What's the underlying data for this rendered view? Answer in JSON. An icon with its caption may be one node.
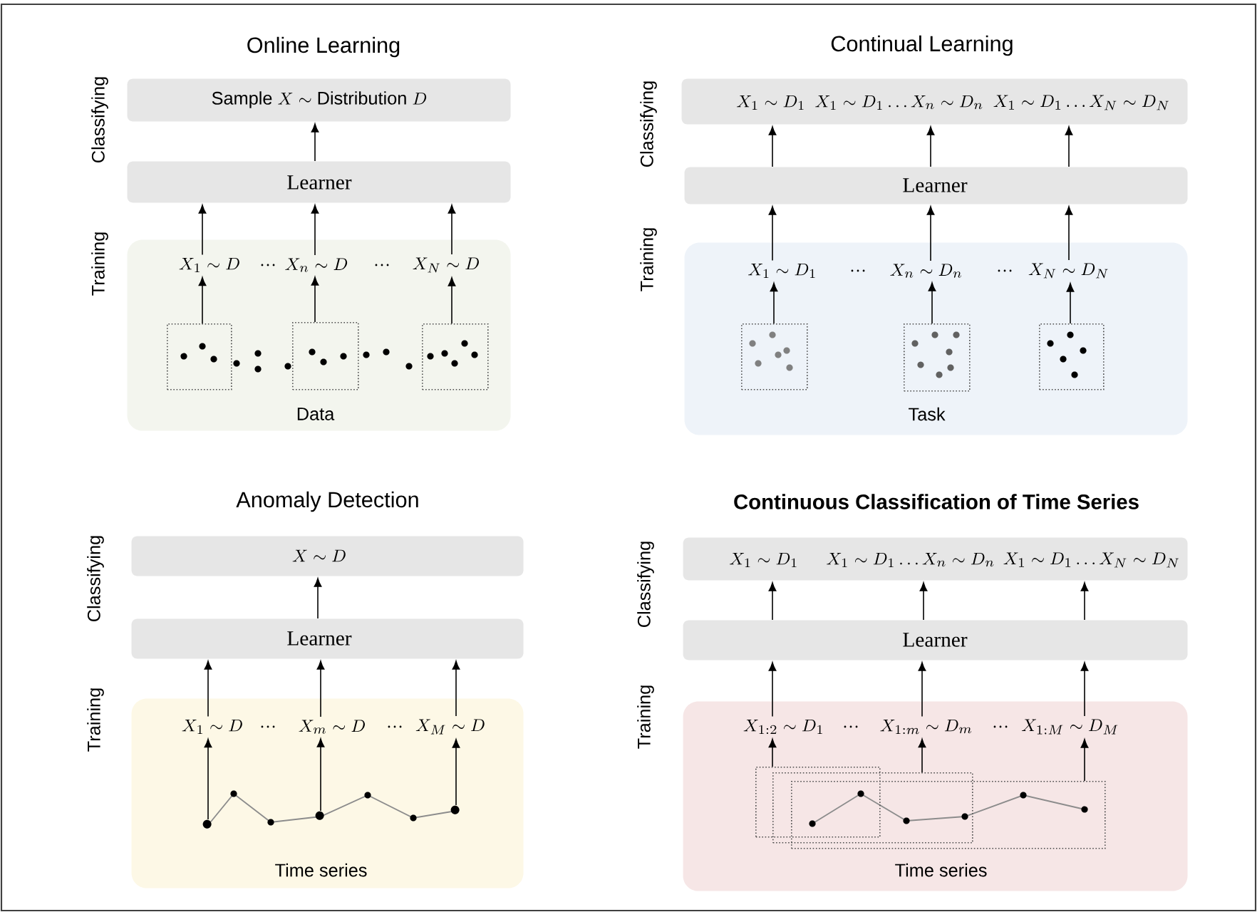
{
  "diagram": {
    "nodes": [
      {
        "text": [
          "\\text{Sample } X \\sim \\text{Distribution } D"
        ]
      },
      {
        "text": [
          "Learner"
        ]
      },
      {
        "text": [
          "Data"
        ]
      },
      {
        "text": [
          "X_1 \\sim D"
        ],
        "in": 2
      },
      {
        "text": [
          "X_n \\sim D"
        ],
        "in": 2
      },
      {
        "text": [
          "X_N \\sim D"
        ],
        "in": 2
      },
      {
        "text": [],
        "shape": "box",
        "in": 2
      },
      {
        "text": [],
        "shape": "box",
        "in": 2
      },
      {
        "text": [],
        "shape": "box",
        "in": 2
      },
      {
        "text": [
          "X_1 \\sim D_1",
          "X_1 \\sim D_1 \\ldots X_n \\sim D_n",
          "X_1 \\sim D_1 \\ldots X_N \\sim D_N"
        ]
      },
      {
        "text": [
          "Learner"
        ]
      },
      {
        "text": [
          "Task"
        ]
      },
      {
        "text": [
          "X_1 \\sim D_1"
        ],
        "in": 11
      },
      {
        "text": [
          "X_n \\sim D_n"
        ],
        "in": 11
      },
      {
        "text": [
          "X_N \\sim D_N"
        ],
        "in": 11
      },
      {
        "text": [],
        "shape": "box",
        "in": 11
      },
      {
        "text": [],
        "shape": "box",
        "in": 11
      },
      {
        "text": [],
        "shape": "box",
        "in": 11
      },
      {
        "text": [
          "X \\sim D"
        ]
      },
      {
        "text": [
          "Learner"
        ]
      },
      {
        "text": [
          "Time series"
        ]
      },
      {
        "text": [
          "X_1 \\sim D"
        ],
        "in": 20
      },
      {
        "text": [
          "X_m \\sim D"
        ],
        "in": 20
      },
      {
        "text": [
          "X_M \\sim D"
        ],
        "in": 20
      },
      {
        "text": [],
        "shape": "circle",
        "in": 20
      },
      {
        "text": [],
        "shape": "circle",
        "in": 20
      },
      {
        "text": [],
        "shape": "circle",
        "in": 20
      },
      {
        "text": [
          "X_1 \\sim D_1",
          "X_1 \\sim D_1 \\ldots X_n \\sim D_n",
          "X_1 \\sim D_1 \\ldots X_N \\sim D_N"
        ]
      },
      {
        "text": [
          "Learner"
        ]
      },
      {
        "text": [
          "Time series"
        ]
      },
      {
        "text": [
          "X_{1:2} \\sim D_1"
        ],
        "in": 29
      },
      {
        "text": [
          "X_{1:m} \\sim D_m"
        ],
        "in": 29
      },
      {
        "text": [
          "X_{1:M} \\sim D_M"
        ],
        "in": 29
      },
      {
        "text": [],
        "shape": "box",
        "in": 29
      },
      {
        "text": [],
        "shape": "box",
        "in": 29
      },
      {
        "text": [],
        "shape": "box",
        "in": 29
      }
    ],
    "edges": [
      {
        "from": 6,
        "to": 3,
        "arrow": "to"
      },
      {
        "from": 7,
        "to": 4,
        "arrow": "to"
      },
      {
        "from": 8,
        "to": 5,
        "arrow": "to"
      },
      {
        "from": 3,
        "to": 1,
        "arrow": "to"
      },
      {
        "from": 4,
        "to": 1,
        "arrow": "to"
      },
      {
        "from": 5,
        "to": 1,
        "arrow": "to"
      },
      {
        "from": 1,
        "to": 0,
        "arrow": "to"
      },
      {
        "from": 15,
        "to": 12,
        "arrow": "to"
      },
      {
        "from": 16,
        "to": 13,
        "arrow": "to"
      },
      {
        "from": 17,
        "to": 14,
        "arrow": "to"
      },
      {
        "from": 12,
        "to": 10,
        "arrow": "to"
      },
      {
        "from": 13,
        "to": 10,
        "arrow": "to"
      },
      {
        "from": 14,
        "to": 10,
        "arrow": "to"
      },
      {
        "from": 10,
        "to": 9,
        "arrow": "to"
      },
      {
        "from": 10,
        "to": 9,
        "arrow": "to"
      },
      {
        "from": 10,
        "to": 9,
        "arrow": "to"
      },
      {
        "from": 24,
        "to": 21,
        "arrow": "to"
      },
      {
        "from": 25,
        "to": 22,
        "arrow": "to"
      },
      {
        "from": 26,
        "to": 23,
        "arrow": "to"
      },
      {
        "from": 21,
        "to": 19,
        "arrow": "to"
      },
      {
        "from": 22,
        "to": 19,
        "arrow": "to"
      },
      {
        "from": 23,
        "to": 19,
        "arrow": "to"
      },
      {
        "from": 19,
        "to": 18,
        "arrow": "to"
      },
      {
        "from": 33,
        "to": 30,
        "arrow": "to"
      },
      {
        "from": 34,
        "to": 31,
        "arrow": "to"
      },
      {
        "from": 35,
        "to": 32,
        "arrow": "to"
      },
      {
        "from": 30,
        "to": 28,
        "arrow": "to"
      },
      {
        "from": 31,
        "to": 28,
        "arrow": "to"
      },
      {
        "from": 32,
        "to": 28,
        "arrow": "to"
      },
      {
        "from": 28,
        "to": 27,
        "arrow": "to"
      },
      {
        "from": 28,
        "to": 27,
        "arrow": "to"
      },
      {
        "from": 28,
        "to": 27,
        "arrow": "to"
      }
    ],
    "labels": [
      "Online Learning",
      "Classifying",
      "Training",
      "…",
      "…",
      "Continual Learning",
      "Classifying",
      "Training",
      "…",
      "…",
      "Anomaly Detection",
      "Classifying",
      "Training",
      "…",
      "…",
      "Continuous Classification of Time Series",
      "Classifying",
      "Training",
      "…",
      "…"
    ]
  }
}
